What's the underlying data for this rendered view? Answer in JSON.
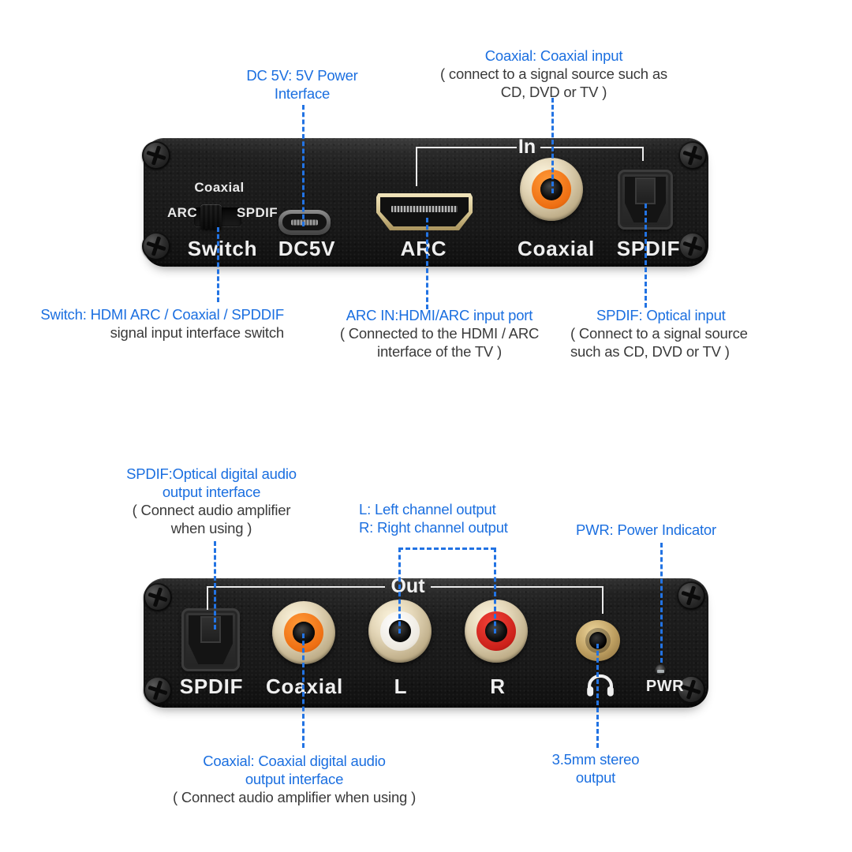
{
  "colors": {
    "accent": "#1b6fe0",
    "body_text": "#3a3a3a",
    "panel_label": "#efefef"
  },
  "input_section": {
    "dc5v_note": {
      "line1": "DC 5V: 5V Power",
      "line2": "Interface"
    },
    "coaxial_note": {
      "title": "Coaxial: Coaxial input",
      "body1": "( connect to a signal source such as",
      "body2": "CD, DVD or TV )"
    },
    "switch_note": {
      "title": "Switch: HDMI ARC / Coaxial / SPDDIF",
      "body1": "signal input interface switch"
    },
    "arc_note": {
      "title": "ARC IN:HDMI/ARC input port",
      "body1": "( Connected to the HDMI / ARC",
      "body2": "interface of the TV )"
    },
    "spdif_note": {
      "title": "SPDIF: Optical input",
      "body1": "( Connect to a signal source",
      "body2": "such as CD, DVD or TV )"
    },
    "panel": {
      "group_label": "In",
      "switch_label_top": "Coaxial",
      "switch_label_left": "ARC",
      "switch_label_right": "SPDIF",
      "switch_caption": "Switch",
      "dc5v_caption": "DC5V",
      "arc_caption": "ARC",
      "coaxial_caption": "Coaxial",
      "spdif_caption": "SPDIF"
    }
  },
  "output_section": {
    "spdif_note": {
      "title1": "SPDIF:Optical digital audio",
      "title2": "output interface",
      "body1": "( Connect audio amplifier",
      "body2": "when using )"
    },
    "lr_note": {
      "line1": "L: Left channel output",
      "line2": "R: Right channel output"
    },
    "pwr_note": {
      "title": "PWR: Power Indicator"
    },
    "coaxial_note": {
      "title1": "Coaxial: Coaxial digital audio",
      "title2": "output interface",
      "body1": "( Connect audio amplifier when using )"
    },
    "jack_note": {
      "line1": "3.5mm stereo",
      "line2": "output"
    },
    "panel": {
      "group_label": "Out",
      "spdif_caption": "SPDIF",
      "coaxial_caption": "Coaxial",
      "l_caption": "L",
      "r_caption": "R",
      "pwr_caption": "PWR"
    }
  }
}
